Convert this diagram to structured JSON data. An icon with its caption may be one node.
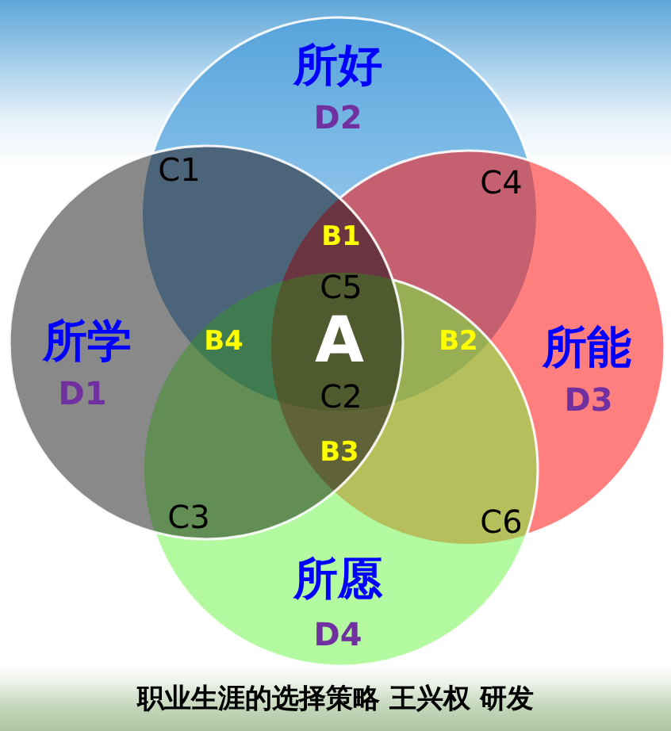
{
  "diagram": {
    "caption": "职业生涯的选择策略 王兴权 研发",
    "nodes": [
      {
        "text": [
          "所好",
          "D2"
        ]
      },
      {
        "text": [
          "所学",
          "D1"
        ]
      },
      {
        "text": [
          "所能",
          "D3"
        ]
      },
      {
        "text": [
          "所愿",
          "D4"
        ]
      }
    ],
    "labels": [
      "C1",
      "C4",
      "B1",
      "C5",
      "B4",
      "A",
      "B2",
      "C2",
      "B3",
      "C3",
      "C6"
    ]
  }
}
